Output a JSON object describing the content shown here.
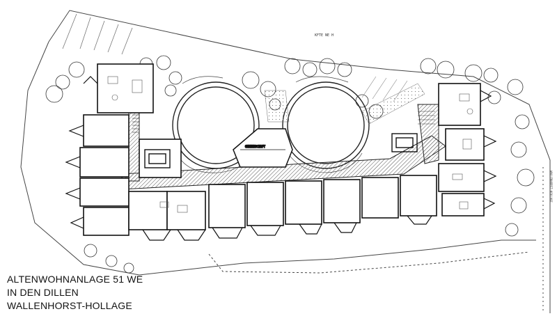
{
  "title": {
    "line1": "ALTENWOHNANLAGE  51 WE",
    "line2": "IN DEN DILLEN",
    "line3": "WALLENHORST-HOLLAGE"
  },
  "labels": {
    "top_note": "KFTE NE H",
    "right_margin": "WALLENHORST-HOLLAGE"
  },
  "colors": {
    "ink": "#222222",
    "hatch": "#555555",
    "paper": "#ffffff"
  }
}
